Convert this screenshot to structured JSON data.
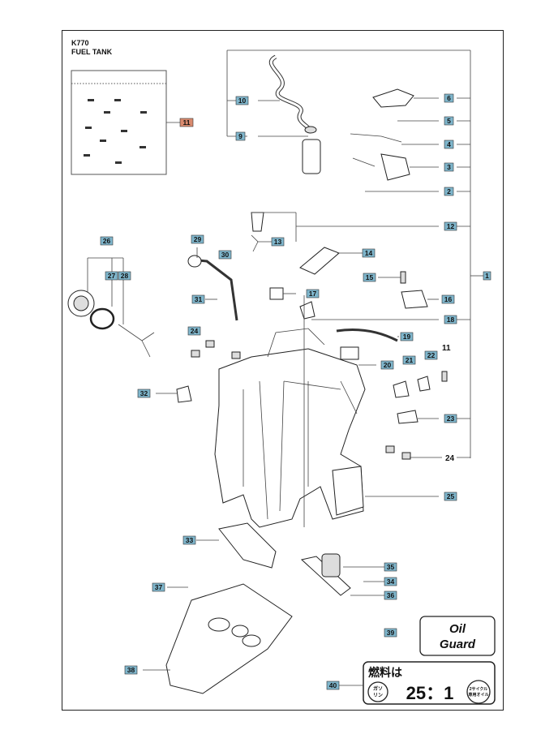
{
  "header": {
    "model": "K770",
    "title": "FUEL TANK"
  },
  "callouts": {
    "c1": "1",
    "c2": "2",
    "c3": "3",
    "c4": "4",
    "c5": "5",
    "c6": "6",
    "c9": "9",
    "c10": "10",
    "c11_box": "11",
    "c11_plain": "11",
    "c12": "12",
    "c13": "13",
    "c14": "14",
    "c15": "15",
    "c16": "16",
    "c17": "17",
    "c18": "18",
    "c19": "19",
    "c20": "20",
    "c21": "21",
    "c22": "22",
    "c23": "23",
    "c24a": "24",
    "c24b": "24",
    "c25": "25",
    "c26": "26",
    "c27": "27",
    "c28": "28",
    "c29": "29",
    "c30": "30",
    "c31": "31",
    "c32": "32",
    "c33": "33",
    "c34": "34",
    "c35": "35",
    "c36": "36",
    "c37": "37",
    "c38": "38",
    "c39": "39",
    "c40": "40"
  },
  "oil_label": {
    "line1": "Oil",
    "line2": "Guard"
  },
  "fuel_label": {
    "title": "燃料は",
    "gas_top": "ガソ",
    "gas_bottom": "リン",
    "ratio": "25：1",
    "oil_top": "2サイクル",
    "oil_bottom": "専用オイル"
  }
}
